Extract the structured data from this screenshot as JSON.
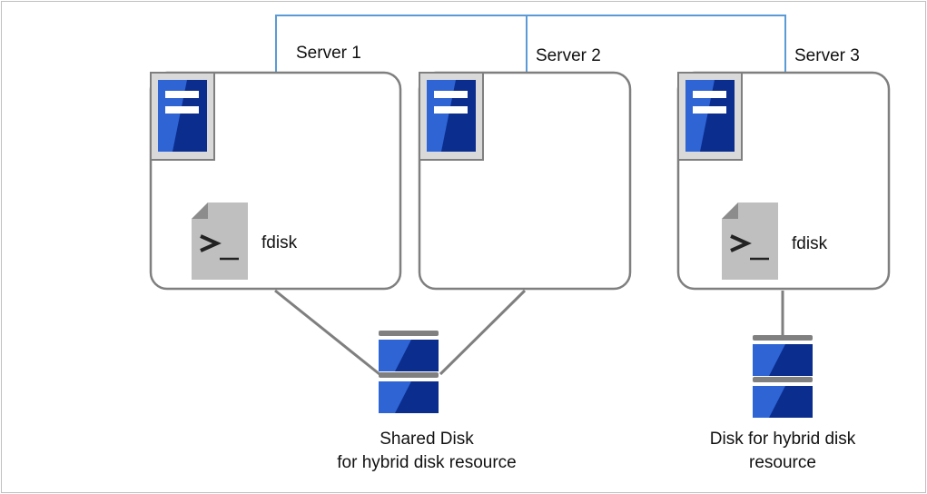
{
  "colors": {
    "network_line": "#5b9bd5",
    "box_border": "#7f7f7f",
    "disk_blue_light": "#2e64d4",
    "disk_blue_dark": "#0b2d8e",
    "disk_bar": "#808080",
    "file_icon": "#bfbfbf"
  },
  "servers": [
    {
      "label": "Server 1",
      "icon": "server-icon",
      "has_fdisk": true
    },
    {
      "label": "Server 2",
      "icon": "server-icon",
      "has_fdisk": false
    },
    {
      "label": "Server 3",
      "icon": "server-icon",
      "has_fdisk": true
    }
  ],
  "fdisk": {
    "label": "fdisk",
    "icon": "terminal-file-icon"
  },
  "disks": [
    {
      "caption_line1": "Shared Disk",
      "caption_line2": "for hybrid disk resource",
      "icon": "disk-icon"
    },
    {
      "caption_line1": "Disk for hybrid disk",
      "caption_line2": "resource",
      "icon": "disk-icon"
    }
  ]
}
